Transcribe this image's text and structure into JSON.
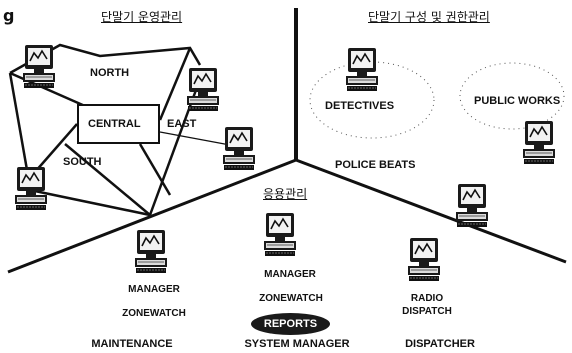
{
  "corner_letter": "g",
  "sections": {
    "left_title": "단말기 운영관리",
    "right_title": "단말기 구성 및 권한관리",
    "bottom_title": "응용관리"
  },
  "network": {
    "north": "NORTH",
    "central": "CENTRAL",
    "east": "EAST",
    "south": "SOUTH"
  },
  "right_area": {
    "detectives": "DETECTIVES",
    "public_works": "PUBLIC WORKS",
    "police_beats": "POLICE BEATS"
  },
  "bottom": {
    "maintenance": {
      "manager": "MANAGER",
      "zonewatch": "ZONEWATCH",
      "title": "MAINTENANCE"
    },
    "system_manager": {
      "manager": "MANAGER",
      "zonewatch": "ZONEWATCH",
      "reports": "REPORTS",
      "title": "SYSTEM MANAGER"
    },
    "dispatcher": {
      "line1": "RADIO",
      "line2": "DISPATCH",
      "title": "DISPATCHER"
    }
  },
  "icons": [
    "computer-terminal-icon"
  ]
}
